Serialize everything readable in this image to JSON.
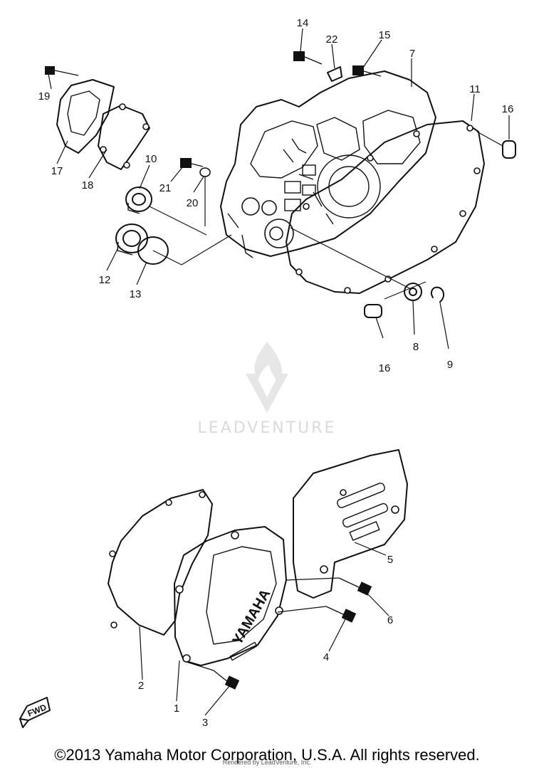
{
  "diagram": {
    "callouts": [
      "1",
      "2",
      "3",
      "4",
      "5",
      "6",
      "7",
      "8",
      "9",
      "10",
      "11",
      "12",
      "13",
      "14",
      "15",
      "16",
      "16",
      "17",
      "18",
      "19",
      "20",
      "21",
      "22"
    ],
    "cover_emboss": "YAMAHA",
    "direction_badge": "FWD",
    "watermark": "LEADVENTURE",
    "copyright": "©2013 Yamaha Motor Corporation, U.S.A. All rights reserved.",
    "credit": "Rendered by LeadVenture, Inc."
  }
}
